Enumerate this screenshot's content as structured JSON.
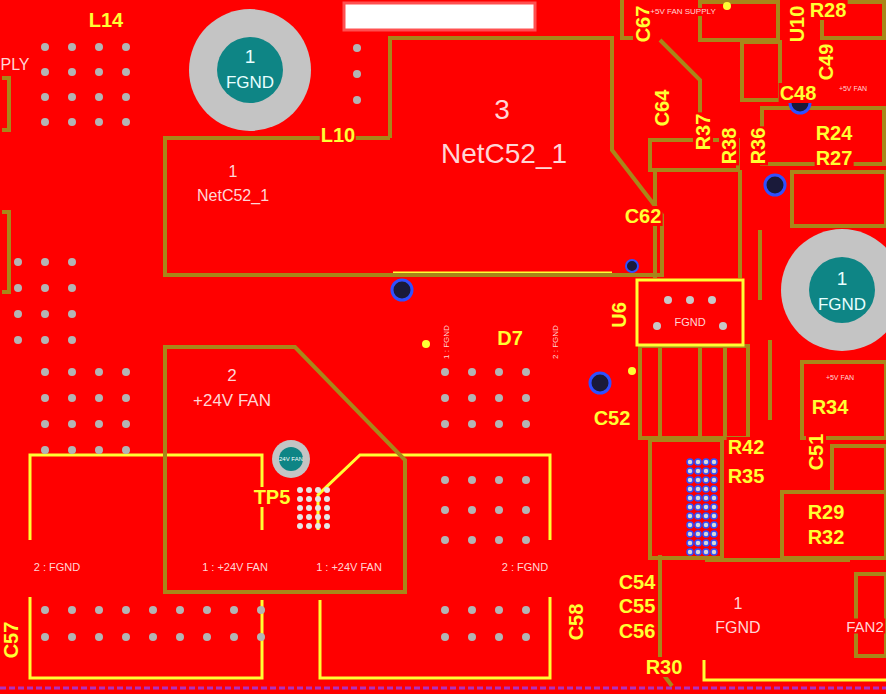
{
  "diagram": {
    "nodes": [
      {
        "text": [
          "1",
          "FGND"
        ]
      },
      {
        "text": [
          "3",
          "NetC52_1"
        ]
      },
      {
        "text": [
          "1",
          "NetC52_1"
        ]
      },
      {
        "text": [
          "FGND"
        ]
      },
      {
        "text": [
          "1",
          "FGND"
        ]
      },
      {
        "text": [
          "2",
          "+24V FAN"
        ]
      },
      {
        "text": [
          "24V FAN"
        ],
        "in": 5
      },
      {
        "text": [
          "1",
          "FGND"
        ]
      }
    ],
    "labels": [
      "L14",
      "PLY",
      "L10",
      "C67",
      "R28",
      "U10",
      "C49",
      "+5V FAN SUPPLY",
      "+5V FAN",
      "C64",
      "R37",
      "R38",
      "R36",
      "C48",
      "R24",
      "R27",
      "C62",
      "U6",
      "D7",
      "1 : FGND",
      "2 : FGND",
      "C52",
      "+5V FAN",
      "R34",
      "R42",
      "R35",
      "C51",
      "TP5",
      "R29",
      "R32",
      "2 : FGND",
      "1 : +24V FAN",
      "1 : +24V FAN",
      "2 : FGND",
      "C54",
      "C55",
      "C56",
      "FAN2",
      "R30",
      "C57",
      "C58"
    ]
  }
}
